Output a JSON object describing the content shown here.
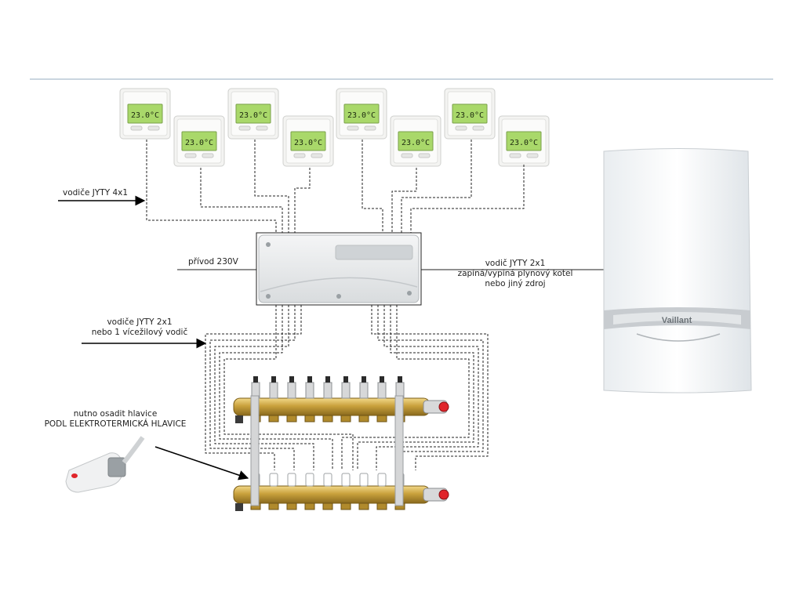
{
  "labels": {
    "wires_4x1": "vodiče JYTY 4x1",
    "power_supply": "přívod 230V",
    "boiler_wire": "vodič JYTY 2x1",
    "boiler_switch": "zapíná/vypíná plynový kotel",
    "boiler_other": "nebo jiný zdroj",
    "wires_2x1": "vodiče JYTY 2x1",
    "wires_multi": "nebo 1 vícežilový vodič",
    "actuator_note": "nutno osadit hlavice",
    "actuator_type": "PODL ELEKTROTERMICKÁ HLAVICE"
  },
  "thermostat_display": "23.0°C",
  "boiler_brand": "Vaillant",
  "thermostat_count": 8,
  "colors": {
    "display": "#a9d86a",
    "manifold_brass": "#c9a13c",
    "actuator_red": "#e0242a",
    "line_gray": "#b9c9d6"
  }
}
